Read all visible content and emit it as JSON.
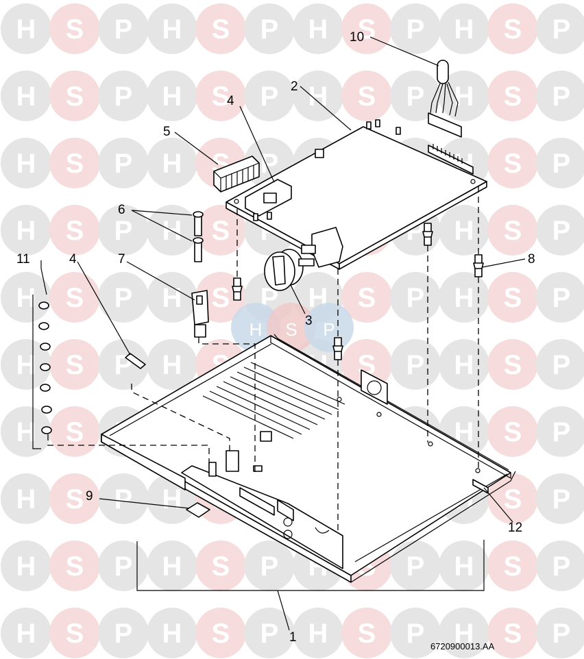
{
  "watermark": {
    "letters": [
      "H",
      "S",
      "P"
    ],
    "colors": {
      "H": "#e5e5e5",
      "S": "#f6dcdc",
      "P": "#e5e5e5",
      "text": "#ffffff"
    },
    "center_logo": {
      "letters": [
        "H",
        "S",
        "P"
      ],
      "colors": [
        "#c9d9ea",
        "#f0c9c9",
        "#c9d9ea"
      ]
    }
  },
  "callouts": {
    "c1": "1",
    "c2": "2",
    "c3": "3",
    "c4a": "4",
    "c4b": "4",
    "c5": "5",
    "c6": "6",
    "c7": "7",
    "c8": "8",
    "c9": "9",
    "c10": "10",
    "c11": "11",
    "c12": "12"
  },
  "drawing_reference": "6720900013.AA"
}
